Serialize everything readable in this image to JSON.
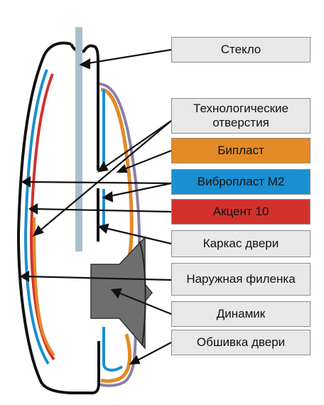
{
  "labels": [
    {
      "key": "glass",
      "text": "Стекло",
      "color": "#e8e8e8"
    },
    {
      "key": "tech_holes",
      "text": "Технологические отверстия",
      "color": "#e8e8e8"
    },
    {
      "key": "biplast",
      "text": "Бипласт",
      "color": "#e48a26"
    },
    {
      "key": "vibroplast",
      "text": "Вибропласт М2",
      "color": "#1a8fd1"
    },
    {
      "key": "accent",
      "text": "Акцент 10",
      "color": "#d2322d"
    },
    {
      "key": "frame",
      "text": "Каркас двери",
      "color": "#e8e8e8"
    },
    {
      "key": "outer_panel",
      "text": "Наружная филенка",
      "color": "#e8e8e8"
    },
    {
      "key": "speaker",
      "text": "Динамик",
      "color": "#e8e8e8"
    },
    {
      "key": "trim",
      "text": "Обшивка двери",
      "color": "#e8e8e8"
    }
  ],
  "colors": {
    "door_outline": "#111111",
    "glass": "#a9c0cc",
    "speaker": "#6e6e6e",
    "trim_outline": "#8a7fa8"
  }
}
